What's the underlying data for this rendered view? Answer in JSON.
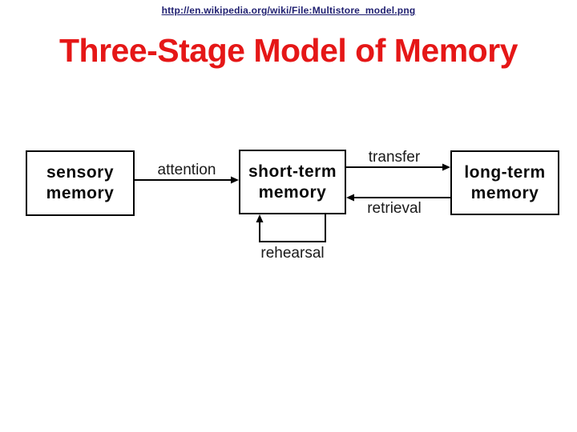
{
  "header": {
    "source_url": "http://en.wikipedia.org/wiki/File:Multistore_model.png",
    "title": "Three-Stage Model of Memory",
    "title_color": "#e51717",
    "url_color": "#1f1f70"
  },
  "diagram": {
    "type": "flow-diagram",
    "line_color": "#000000",
    "box_border_color": "#000000",
    "box_fill_color": "#ffffff",
    "boxes": [
      {
        "id": "sensory-memory",
        "label": "sensory\nmemory"
      },
      {
        "id": "short-term-memory",
        "label": "short-term\nmemory"
      },
      {
        "id": "long-term-memory",
        "label": "long-term\nmemory"
      }
    ],
    "arrows": [
      {
        "id": "attention",
        "label": "attention",
        "from": "sensory-memory",
        "to": "short-term-memory",
        "direction": "right"
      },
      {
        "id": "transfer",
        "label": "transfer",
        "from": "short-term-memory",
        "to": "long-term-memory",
        "direction": "right"
      },
      {
        "id": "retrieval",
        "label": "retrieval",
        "from": "long-term-memory",
        "to": "short-term-memory",
        "direction": "left"
      },
      {
        "id": "rehearsal",
        "label": "rehearsal",
        "from": "short-term-memory",
        "to": "short-term-memory",
        "direction": "loop"
      }
    ]
  }
}
